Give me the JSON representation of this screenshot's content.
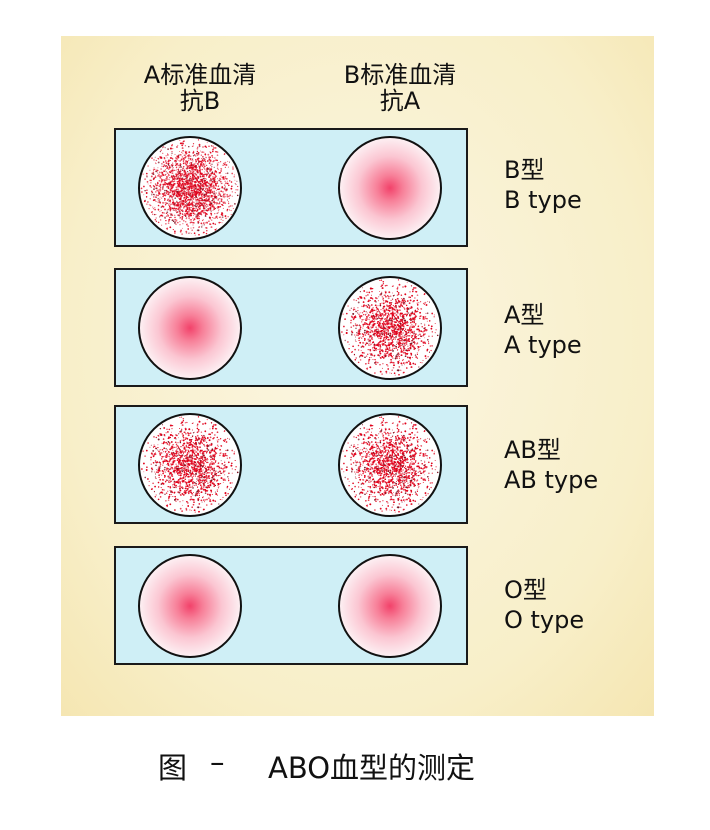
{
  "columns": [
    {
      "line1": "A标准血清",
      "line2": "抗B"
    },
    {
      "line1": "B标准血清",
      "line2": "抗A"
    }
  ],
  "rows": [
    {
      "type_cn": "B型",
      "type_en": "B type",
      "left": "agglutinated",
      "right": "clear"
    },
    {
      "type_cn": "A型",
      "type_en": "A type",
      "left": "clear",
      "right": "agglutinated"
    },
    {
      "type_cn": "AB型",
      "type_en": "AB type",
      "left": "agglutinated",
      "right": "agglutinated"
    },
    {
      "type_cn": "O型",
      "type_en": "O type",
      "left": "clear",
      "right": "clear"
    }
  ],
  "caption": {
    "prefix": "图",
    "dash": "–",
    "title": "ABO血型的测定"
  },
  "colors": {
    "background": "#f8efc9",
    "slide": "#cfeff6",
    "agglutination": "#e0001a",
    "clear_center": "#f2426a"
  }
}
